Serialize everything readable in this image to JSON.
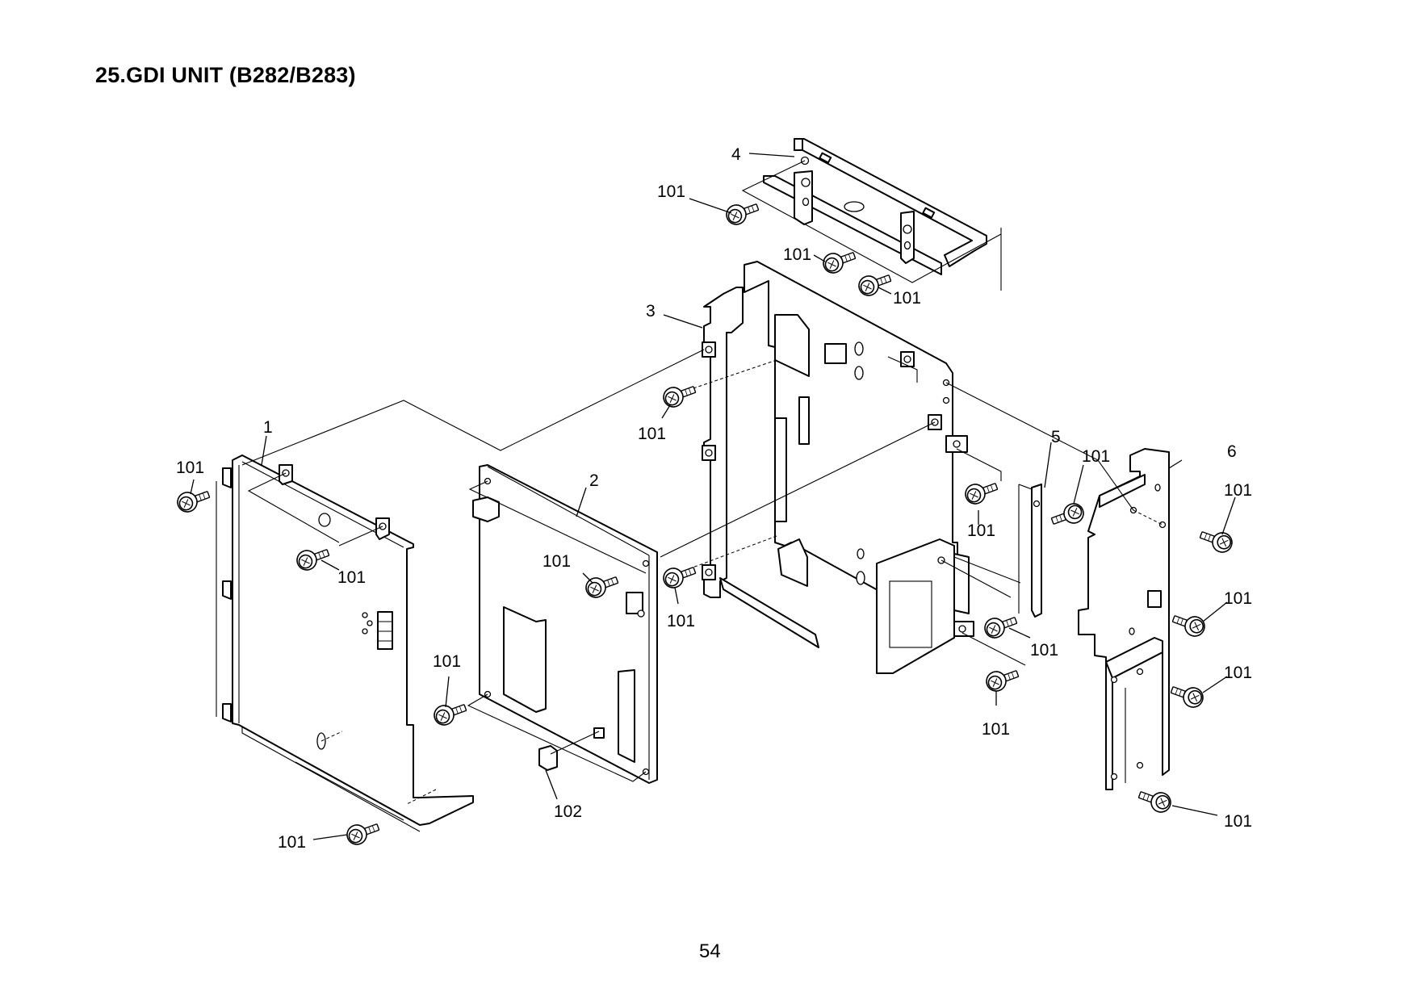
{
  "header": {
    "title": "25.GDI UNIT (B282/B283)"
  },
  "footer": {
    "page_number": "54"
  },
  "diagram": {
    "parts": [
      {
        "ref": "1",
        "kind": "side-cover-panel"
      },
      {
        "ref": "2",
        "kind": "gdi-board"
      },
      {
        "ref": "3",
        "kind": "main-bracket-frame"
      },
      {
        "ref": "4",
        "kind": "top-bracket"
      },
      {
        "ref": "5",
        "kind": "small-plate"
      },
      {
        "ref": "6",
        "kind": "rear-plate"
      },
      {
        "ref": "101",
        "kind": "screw"
      },
      {
        "ref": "102",
        "kind": "connector"
      }
    ],
    "callouts": [
      {
        "id": "c4",
        "label": "4"
      },
      {
        "id": "c101a",
        "label": "101"
      },
      {
        "id": "c101b",
        "label": "101"
      },
      {
        "id": "c101c",
        "label": "101"
      },
      {
        "id": "c3",
        "label": "3"
      },
      {
        "id": "c101d",
        "label": "101"
      },
      {
        "id": "c1",
        "label": "1"
      },
      {
        "id": "c101e",
        "label": "101"
      },
      {
        "id": "c2",
        "label": "2"
      },
      {
        "id": "c101f",
        "label": "101"
      },
      {
        "id": "c101g",
        "label": "101"
      },
      {
        "id": "c101h",
        "label": "101"
      },
      {
        "id": "c101i",
        "label": "101"
      },
      {
        "id": "c101j",
        "label": "101"
      },
      {
        "id": "c102",
        "label": "102"
      },
      {
        "id": "c5",
        "label": "5"
      },
      {
        "id": "c101k",
        "label": "101"
      },
      {
        "id": "c6",
        "label": "6"
      },
      {
        "id": "c101l",
        "label": "101"
      },
      {
        "id": "c101m",
        "label": "101"
      },
      {
        "id": "c101n",
        "label": "101"
      },
      {
        "id": "c101o",
        "label": "101"
      },
      {
        "id": "c101p",
        "label": "101"
      },
      {
        "id": "c101q",
        "label": "101"
      },
      {
        "id": "c101r",
        "label": "101"
      }
    ]
  }
}
